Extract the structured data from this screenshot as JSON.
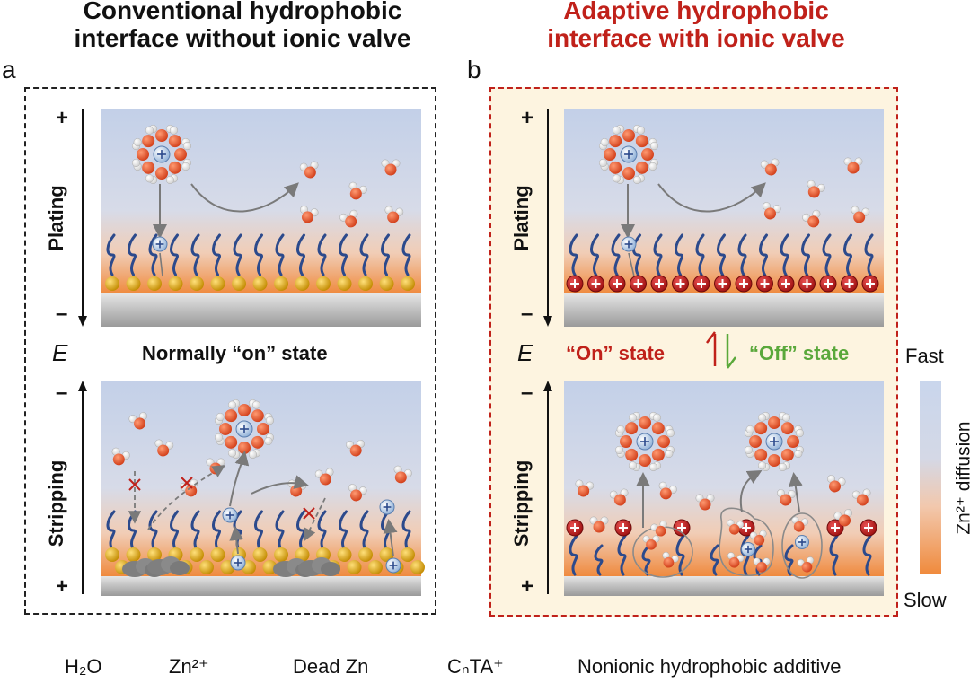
{
  "panel_a": {
    "letter": "a",
    "title_line1": "Conventional hydrophobic",
    "title_line2": "interface without ionic valve",
    "plating_label": "Plating",
    "stripping_label": "Stripping",
    "plus": "+",
    "minus": "–",
    "potential": "E",
    "state_text": "Normally “on” state"
  },
  "panel_b": {
    "letter": "b",
    "title_line1": "Adaptive hydrophobic",
    "title_line2": "interface with ionic valve",
    "plating_label": "Plating",
    "stripping_label": "Stripping",
    "plus": "+",
    "minus": "–",
    "potential": "E",
    "on_state": "“On” state",
    "off_state": "“Off” state"
  },
  "scale": {
    "top": "Fast",
    "bottom": "Slow",
    "caption": "Zn²⁺ diffusion",
    "colors": [
      "#c9d6ec",
      "#f2c8ad",
      "#f08a3c"
    ]
  },
  "legend": {
    "water": "H₂O",
    "zn_ion": "Zn²⁺",
    "dead_zn": "Dead Zn",
    "cnta": "CₙTA⁺",
    "nonionic": "Nonionic hydrophobic additive"
  },
  "colors": {
    "red_title": "#c0211a",
    "green_state": "#5aa83b",
    "oxygen": "#e0502a",
    "chain": "#2c4a8c",
    "gold": "#e6b21a",
    "cation": "#c0211a"
  }
}
